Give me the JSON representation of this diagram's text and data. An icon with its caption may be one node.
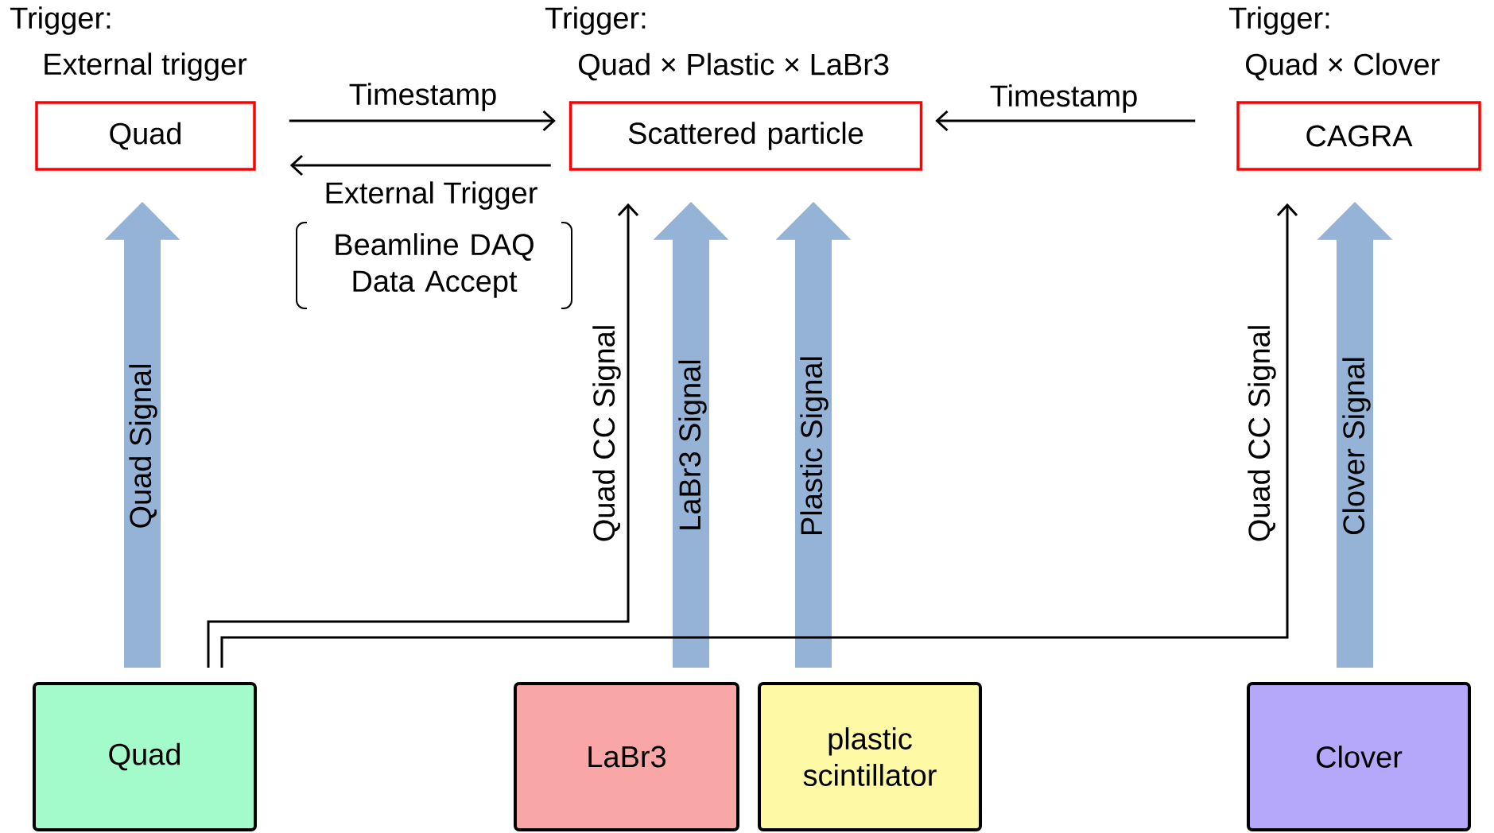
{
  "diagram": {
    "nodes": [
      {
        "text": [
          "Quad"
        ],
        "beside": [
          "Trigger:",
          "External trigger"
        ]
      },
      {
        "text": [
          "Scattered particle"
        ],
        "beside": [
          "Trigger:",
          "Quad × Plastic × LaBr3"
        ]
      },
      {
        "text": [
          "CAGRA"
        ],
        "beside": [
          "Trigger:",
          "Quad × Clover"
        ]
      },
      {
        "text": [
          "Quad"
        ]
      },
      {
        "text": [
          "LaBr3"
        ]
      },
      {
        "text": [
          "plastic scintillator"
        ]
      },
      {
        "text": [
          "Clover"
        ]
      }
    ],
    "edges": [
      {
        "from": 0,
        "to": 1,
        "arrow": "to",
        "label": "Timestamp"
      },
      {
        "from": 1,
        "to": 0,
        "arrow": "to",
        "label": "External Trigger"
      },
      {
        "from": 2,
        "to": 1,
        "arrow": "to",
        "label": "Timestamp"
      },
      {
        "from": 3,
        "to": 0,
        "arrow": "to",
        "label": "Quad Signal",
        "style": "thick",
        "color": "#95b3d7"
      },
      {
        "from": 3,
        "to": 1,
        "arrow": "to",
        "label": "Quad CC Signal"
      },
      {
        "from": 4,
        "to": 1,
        "arrow": "to",
        "label": "LaBr3 Signal",
        "style": "thick",
        "color": "#95b3d7"
      },
      {
        "from": 5,
        "to": 1,
        "arrow": "to",
        "label": "Plastic Signal",
        "style": "thick",
        "color": "#95b3d7"
      },
      {
        "from": 3,
        "to": 2,
        "arrow": "to",
        "label": "Quad CC Signal"
      },
      {
        "from": 6,
        "to": 2,
        "arrow": "to",
        "label": "Clover Signal",
        "style": "thick",
        "color": "#95b3d7"
      }
    ],
    "labels": [
      "Beamline DAQ Data Accept"
    ]
  }
}
